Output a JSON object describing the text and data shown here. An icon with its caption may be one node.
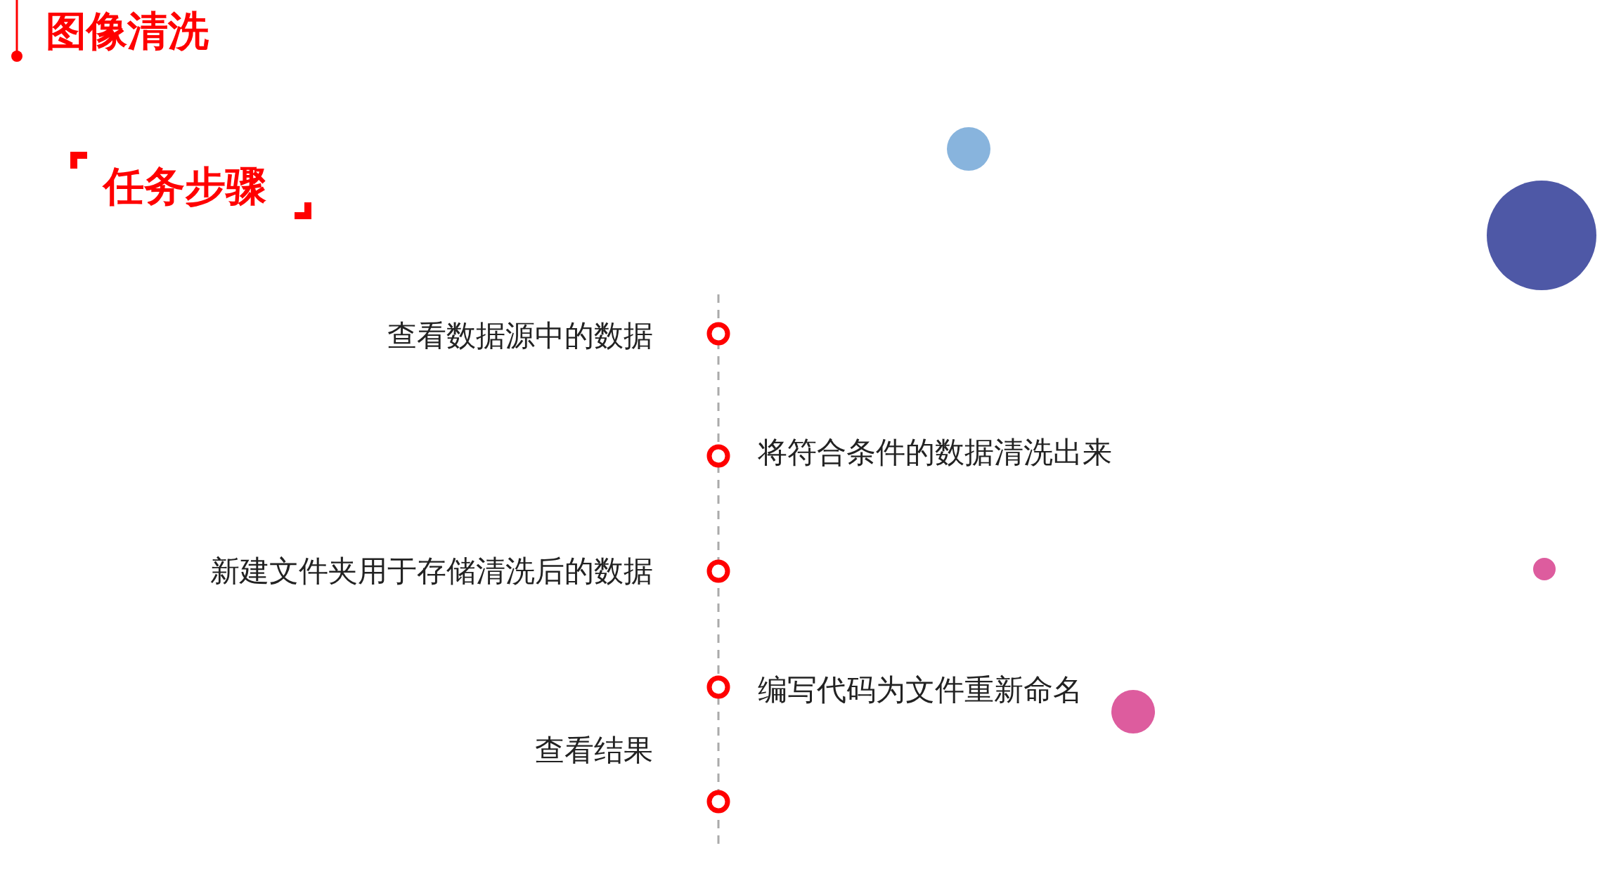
{
  "diagram": {
    "title": "图像清洗",
    "labels": [
      "任务步骤",
      "查看数据源中的数据",
      "将符合条件的数据清洗出来",
      "新建文件夹用于存储清洗后的数据",
      "编写代码为文件重新命名",
      "查看结果"
    ]
  }
}
